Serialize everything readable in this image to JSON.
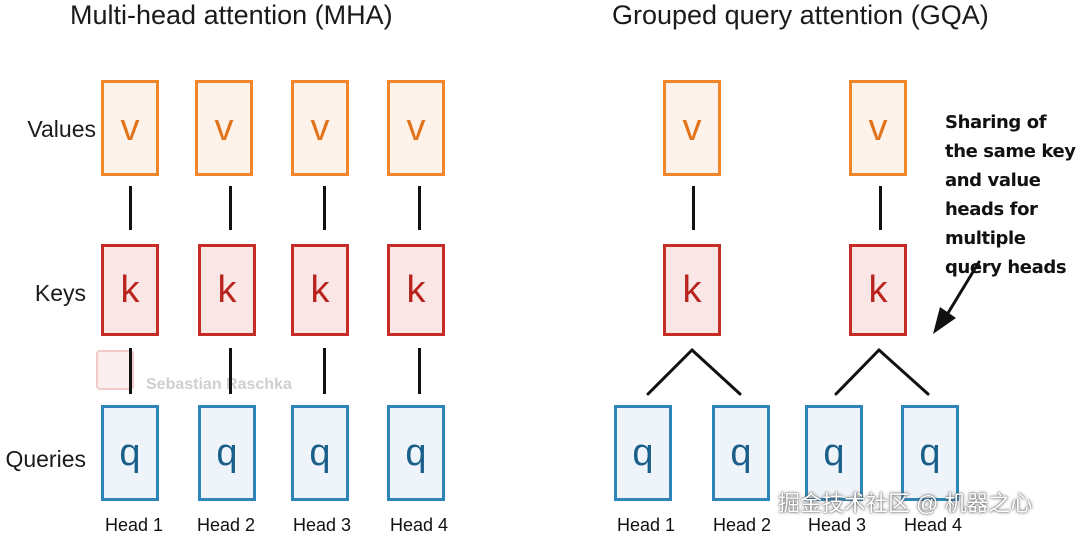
{
  "mha": {
    "title": "Multi-head attention (MHA)",
    "row_labels": {
      "values": "Values",
      "keys": "Keys",
      "queries": "Queries"
    },
    "value_box": "v",
    "key_box": "k",
    "query_box": "q",
    "heads": [
      "Head 1",
      "Head 2",
      "Head 3",
      "Head 4"
    ]
  },
  "gqa": {
    "title": "Grouped query attention (GQA)",
    "value_box": "v",
    "key_box": "k",
    "query_box": "q",
    "heads": [
      "Head 1",
      "Head 2",
      "Head 3",
      "Head 4"
    ],
    "annotation": "Sharing of the same key and value heads for multiple query heads"
  },
  "watermarks": {
    "author": "Sebastian Raschka",
    "source": "掘金技术社区 @ 机器之心"
  },
  "colors": {
    "values": "#f0852a",
    "keys": "#c52c25",
    "queries": "#2e86b8"
  }
}
